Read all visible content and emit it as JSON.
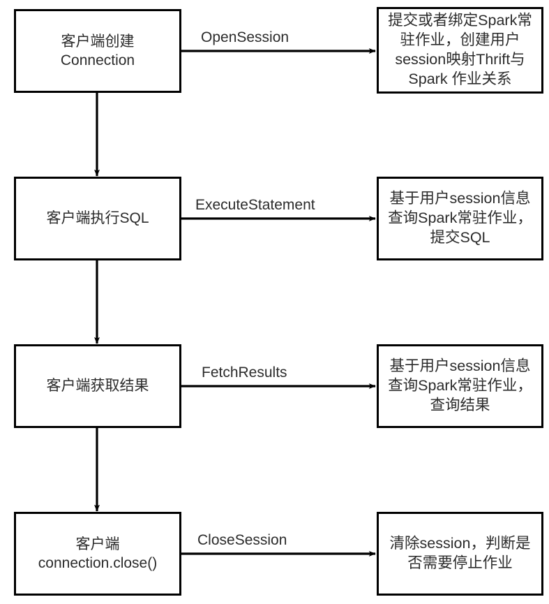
{
  "diagram": {
    "title": "Spark Thrift Server session flow",
    "background_color": "#ffffff",
    "stroke_color": "#000000",
    "text_color": "#2b2b2b",
    "left_nodes": [
      {
        "id": "client-create-connection",
        "text": "客户端创建\nConnection"
      },
      {
        "id": "client-execute-sql",
        "text": "客户端执行SQL"
      },
      {
        "id": "client-fetch-result",
        "text": "客户端获取结果"
      },
      {
        "id": "client-close-connection",
        "text": "客户端\nconnection.close()"
      }
    ],
    "edge_labels": [
      {
        "id": "open-session",
        "text": "OpenSession"
      },
      {
        "id": "execute-statement",
        "text": "ExecuteStatement"
      },
      {
        "id": "fetch-results",
        "text": "FetchResults"
      },
      {
        "id": "close-session",
        "text": "CloseSession"
      }
    ],
    "right_nodes": [
      {
        "id": "bind-spark-job",
        "text": "提交或者绑定Spark常\n驻作业，创建用户\nsession映射Thrift与\nSpark 作业关系"
      },
      {
        "id": "query-spark-submit-sql",
        "text": "基于用户session信息\n查询Spark常驻作业，\n提交SQL"
      },
      {
        "id": "query-spark-fetch-result",
        "text": "基于用户session信息\n查询Spark常驻作业，\n查询结果"
      },
      {
        "id": "clear-session-stop-job",
        "text": "清除session，判断是\n否需要停止作业"
      }
    ],
    "vertical_connectors": [
      {
        "id": "connector-1-2"
      },
      {
        "id": "connector-2-3"
      },
      {
        "id": "connector-3-4"
      }
    ]
  }
}
